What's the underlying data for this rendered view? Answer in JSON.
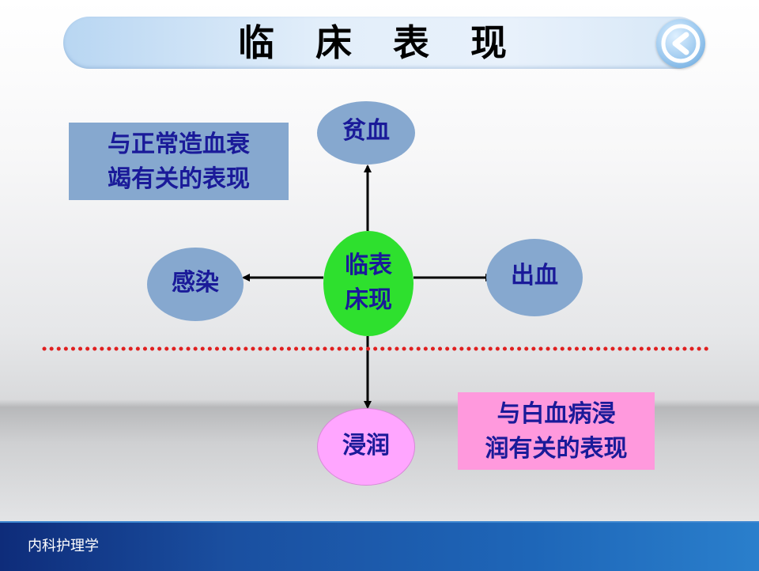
{
  "title": "临 床 表 现",
  "nodes": {
    "center": "临表\n床现",
    "top": "贫血",
    "left": "感染",
    "right": "出血",
    "bottom": "浸润"
  },
  "boxes": {
    "upper_left": "与正常造血衰\n竭有关的表现",
    "lower_right": " 与白血病浸\n润有关的表现"
  },
  "footer": "内科护理学",
  "colors": {
    "node_blue": "#86a8cf",
    "node_green": "#2ee02e",
    "node_pink": "#ffa6ff",
    "box_pink": "#ff99dd",
    "text_navy": "#1a1a99",
    "divider_red": "#e02020",
    "footer_blue": "#1a4fa0"
  },
  "icons": {
    "back": "back-arrow-icon"
  }
}
